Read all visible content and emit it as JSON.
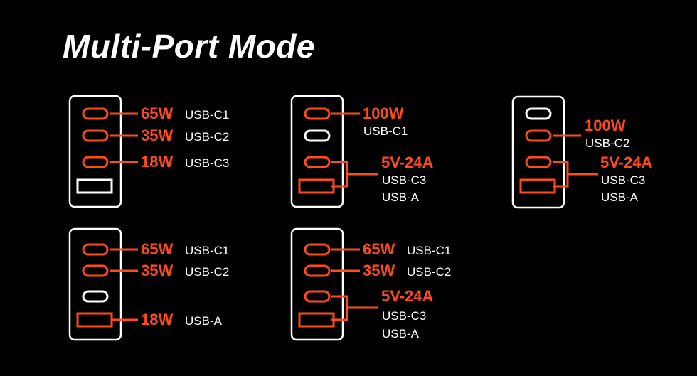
{
  "title": "Multi-Port Mode",
  "colors": {
    "accent": "#ff4a1c",
    "inactive": "#ffffff",
    "background": "#000000"
  },
  "configs": [
    {
      "ports": {
        "c1": "active",
        "c2": "active",
        "c3": "active",
        "a": "inactive"
      },
      "outputs": [
        {
          "watts": "65W",
          "port": "USB-C1"
        },
        {
          "watts": "35W",
          "port": "USB-C2"
        },
        {
          "watts": "18W",
          "port": "USB-C3"
        }
      ]
    },
    {
      "ports": {
        "c1": "active",
        "c2": "inactive",
        "c3": "active",
        "a": "active"
      },
      "outputs": [
        {
          "watts": "100W",
          "port": "USB-C1"
        },
        {
          "watts": "5V-24A",
          "port": "USB-C3",
          "port2": "USB-A"
        }
      ]
    },
    {
      "ports": {
        "c1": "inactive",
        "c2": "active",
        "c3": "active",
        "a": "active"
      },
      "outputs": [
        {
          "watts": "100W",
          "port": "USB-C2"
        },
        {
          "watts": "5V-24A",
          "port": "USB-C3",
          "port2": "USB-A"
        }
      ]
    },
    {
      "ports": {
        "c1": "active",
        "c2": "active",
        "c3": "inactive",
        "a": "active"
      },
      "outputs": [
        {
          "watts": "65W",
          "port": "USB-C1"
        },
        {
          "watts": "35W",
          "port": "USB-C2"
        },
        {
          "watts": "18W",
          "port": "USB-A"
        }
      ]
    },
    {
      "ports": {
        "c1": "active",
        "c2": "active",
        "c3": "active",
        "a": "active"
      },
      "outputs": [
        {
          "watts": "65W",
          "port": "USB-C1"
        },
        {
          "watts": "35W",
          "port": "USB-C2"
        },
        {
          "watts": "5V-24A",
          "port": "USB-C3",
          "port2": "USB-A"
        }
      ]
    }
  ]
}
